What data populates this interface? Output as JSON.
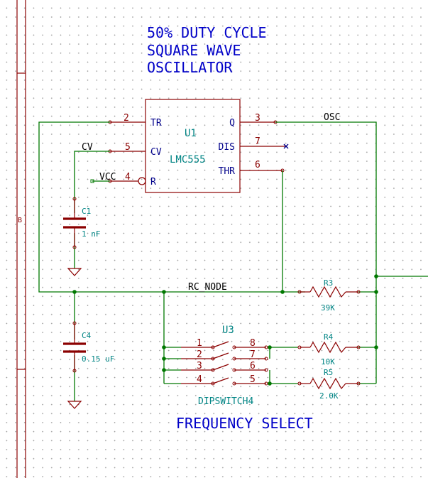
{
  "title": [
    "50% DUTY CYCLE",
    "SQUARE WAVE",
    "OSCILLATOR"
  ],
  "subtitle": "FREQUENCY SELECT",
  "border_label": "B",
  "colors": {
    "wire": "#007800",
    "body": "#8b0000",
    "pin_num": "#8b0000",
    "pin_name": "#00008b",
    "value": "#008484",
    "label": "#000000",
    "title": "#0000c8",
    "border": "#8b0000"
  },
  "u1": {
    "ref": "U1",
    "value": "LMC555",
    "pins": {
      "tr": {
        "num": "2",
        "name": "TR"
      },
      "cv": {
        "num": "5",
        "name": "CV"
      },
      "r": {
        "num": "4",
        "name": "R"
      },
      "q": {
        "num": "3",
        "name": "Q"
      },
      "dis": {
        "num": "7",
        "name": "DIS"
      },
      "thr": {
        "num": "6",
        "name": "THR"
      }
    }
  },
  "u3": {
    "ref": "U3",
    "value": "DIPSWITCH4",
    "pins": [
      "1",
      "2",
      "3",
      "4",
      "8",
      "7",
      "6",
      "5"
    ]
  },
  "c1": {
    "ref": "C1",
    "value": "1 nF"
  },
  "c4": {
    "ref": "C4",
    "value": "0.15 uF"
  },
  "r3": {
    "ref": "R3",
    "value": "39K"
  },
  "r4": {
    "ref": "R4",
    "value": "10K"
  },
  "r5": {
    "ref": "R5",
    "value": "2.0K"
  },
  "nets": {
    "osc": "OSC",
    "cv": "CV",
    "vcc": "VCC",
    "rc_node": "RC_NODE"
  }
}
